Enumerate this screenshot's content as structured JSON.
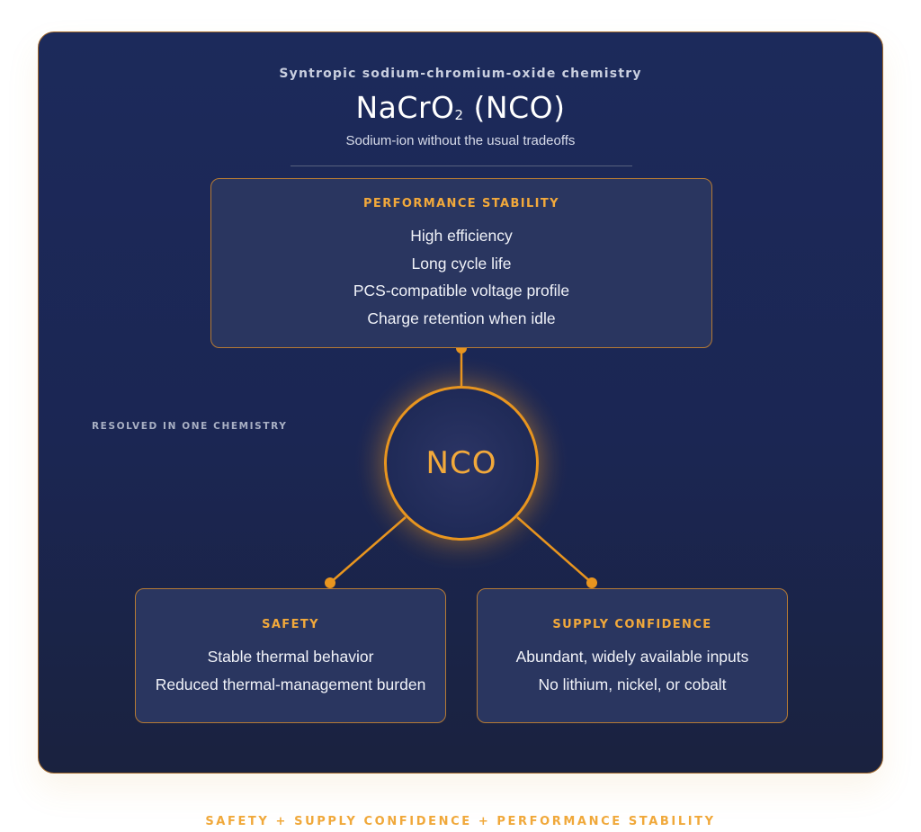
{
  "header": {
    "eyebrow": "Syntropic sodium-chromium-oxide chemistry",
    "title_main": "NaCrO",
    "title_sub": "2",
    "title_tail": " (NCO)",
    "subtitle": "Sodium-ion without the usual tradeoffs"
  },
  "performance": {
    "title": "PERFORMANCE STABILITY",
    "lines": [
      "High efficiency",
      "Long cycle life",
      "PCS-compatible voltage profile",
      "Charge retention when idle"
    ]
  },
  "side_label": "RESOLVED IN ONE CHEMISTRY",
  "hub": {
    "label": "NCO"
  },
  "safety": {
    "title": "SAFETY",
    "lines": [
      "Stable thermal behavior",
      "Reduced thermal-management burden"
    ]
  },
  "supply": {
    "title": "SUPPLY CONFIDENCE",
    "lines": [
      "Abundant, widely available inputs",
      "No lithium, nickel, or cobalt"
    ]
  },
  "footer": "SAFETY + SUPPLY CONFIDENCE + PERFORMANCE STABILITY",
  "colors": {
    "card_background": "#1c2a5b",
    "accent_orange": "#e8951f",
    "heading_orange": "#f2a93b",
    "box_border": "#b57a34",
    "box_background": "#2a3660"
  }
}
